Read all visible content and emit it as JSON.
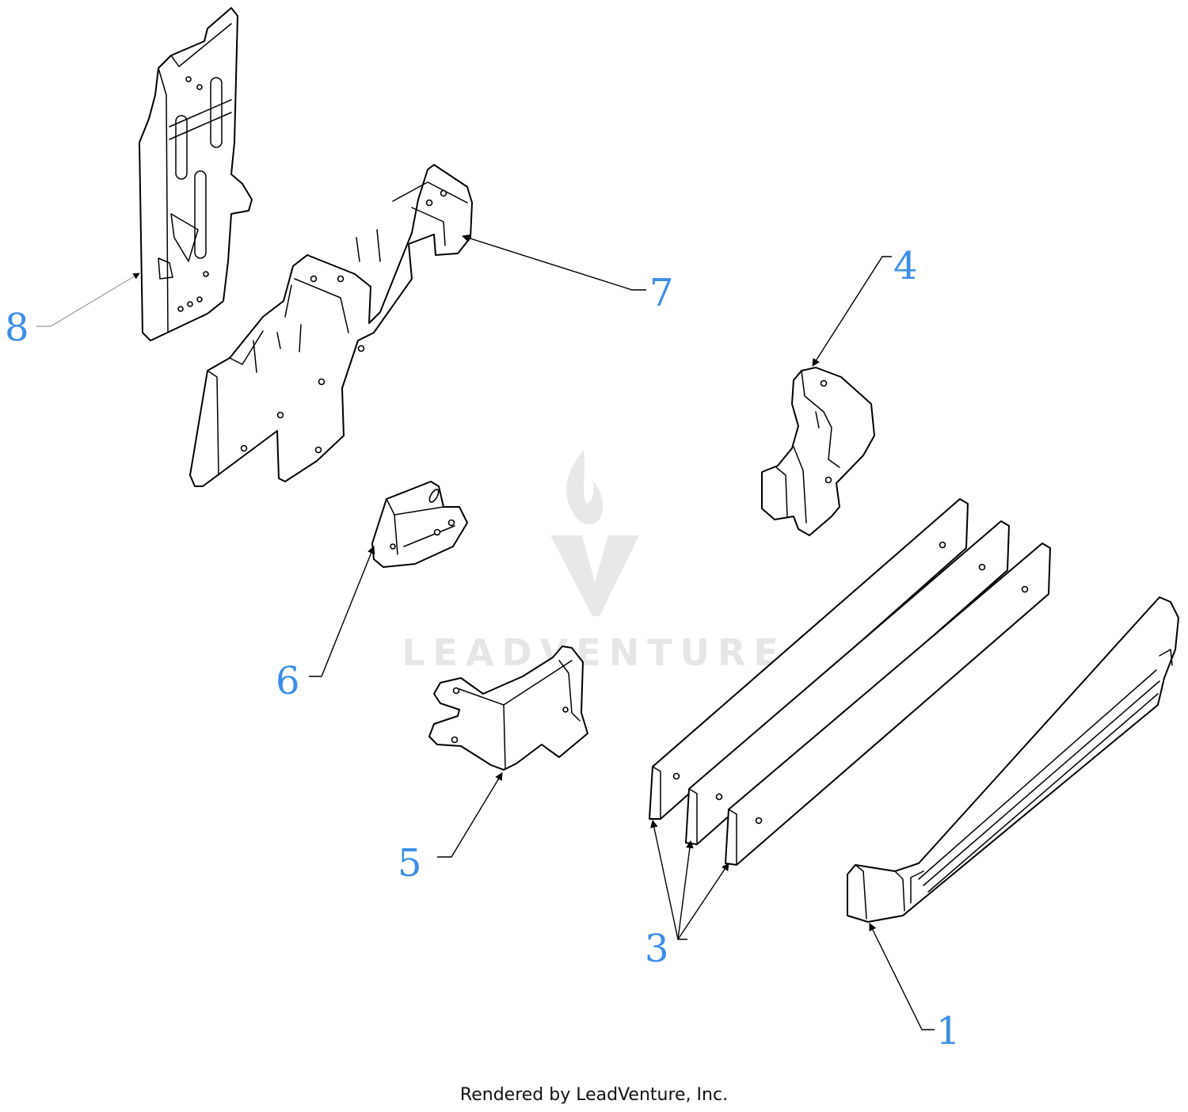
{
  "callouts": [
    {
      "id": "1",
      "label": "1"
    },
    {
      "id": "3",
      "label": "3"
    },
    {
      "id": "4",
      "label": "4"
    },
    {
      "id": "5",
      "label": "5"
    },
    {
      "id": "6",
      "label": "6"
    },
    {
      "id": "7",
      "label": "7"
    },
    {
      "id": "8",
      "label": "8"
    }
  ],
  "watermark": {
    "text": "LEADVENTURE"
  },
  "footer": {
    "text": "Rendered by LeadVenture, Inc."
  },
  "colors": {
    "callout": "#3b8ee8",
    "watermark": "#e2e2e2",
    "line": "#000000"
  }
}
